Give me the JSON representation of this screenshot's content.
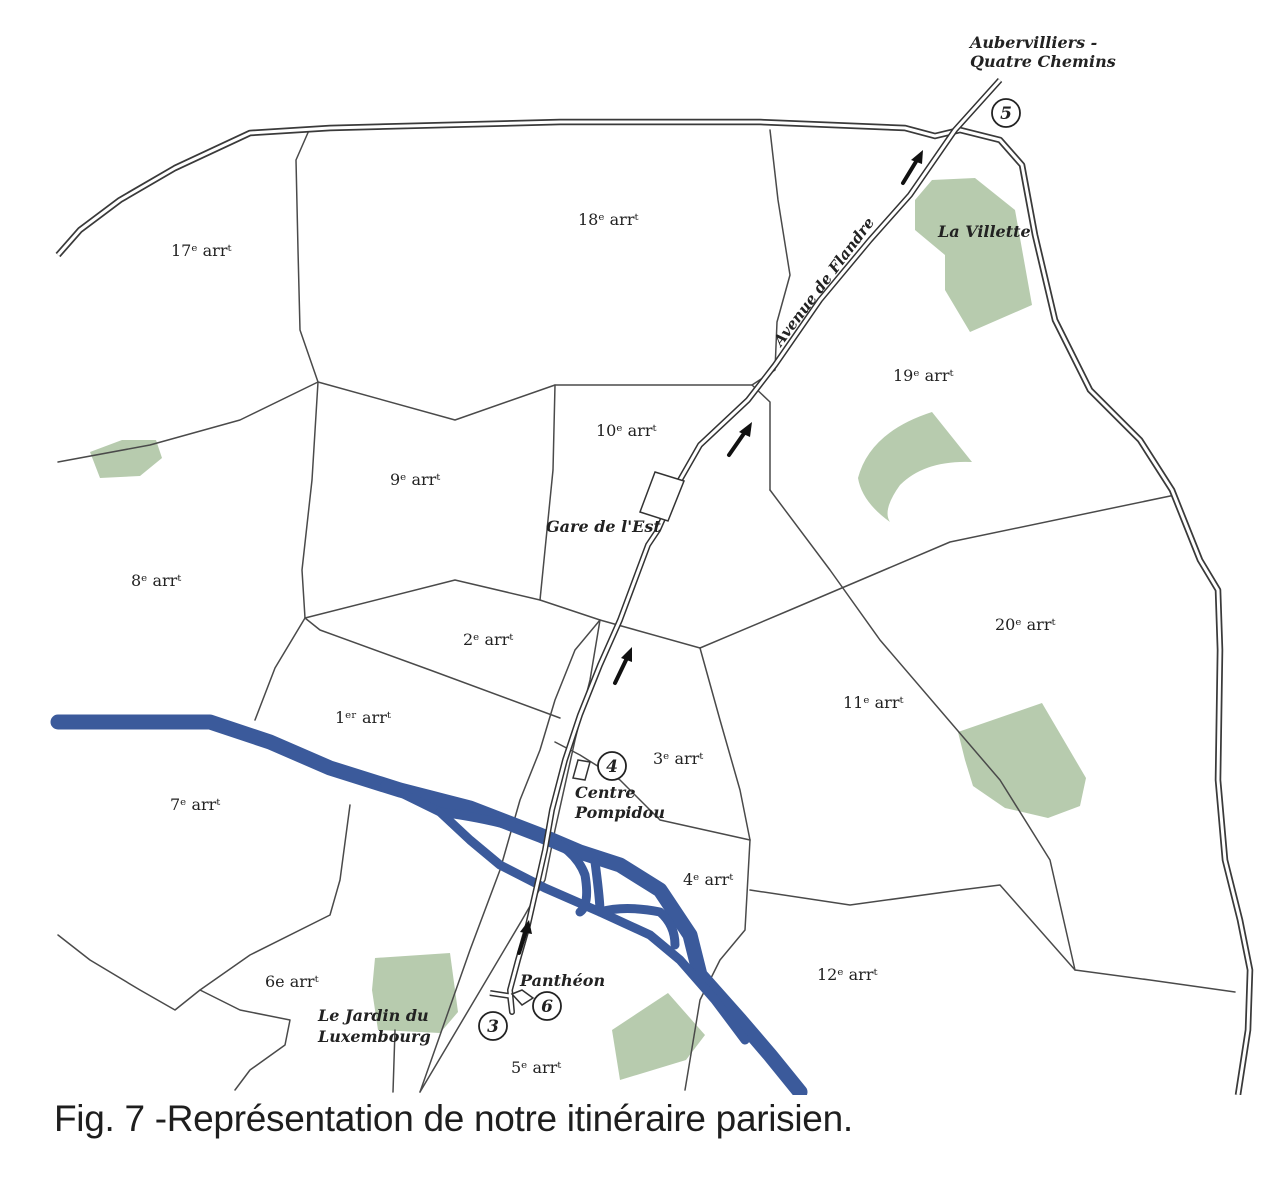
{
  "caption": "Fig. 7 -Représentation de notre itinéraire parisien.",
  "colors": {
    "river": "#3b5a9b",
    "park": "#b7cbae",
    "boundary": "#4a4a4a",
    "background": "#ffffff"
  },
  "districts": [
    {
      "id": "17",
      "label": "17ᵉ arrᵗ"
    },
    {
      "id": "18",
      "label": "18ᵉ arrᵗ"
    },
    {
      "id": "19",
      "label": "19ᵉ arrᵗ"
    },
    {
      "id": "10",
      "label": "10ᵉ arrᵗ"
    },
    {
      "id": "9",
      "label": "9ᵉ arrᵗ"
    },
    {
      "id": "8",
      "label": "8ᵉ arrᵗ"
    },
    {
      "id": "2",
      "label": "2ᵉ arrᵗ"
    },
    {
      "id": "20",
      "label": "20ᵉ arrᵗ"
    },
    {
      "id": "11",
      "label": "11ᵉ arrᵗ"
    },
    {
      "id": "1",
      "label": "1ᵉʳ arrᵗ"
    },
    {
      "id": "3",
      "label": "3ᵉ arrᵗ"
    },
    {
      "id": "7",
      "label": "7ᵉ arrᵗ"
    },
    {
      "id": "4",
      "label": "4ᵉ arrᵗ"
    },
    {
      "id": "12",
      "label": "12ᵉ arrᵗ"
    },
    {
      "id": "6",
      "label": "6e arrᵗ"
    },
    {
      "id": "5",
      "label": "5ᵉ arrᵗ"
    }
  ],
  "places": {
    "aubervilliers_line1": "Aubervilliers -",
    "aubervilliers_line2": "Quatre Chemins",
    "la_villette": "La Villette",
    "avenue_de_flandre": "Avenue de Flandre",
    "gare_de_l_est": "Gare de l'Est",
    "centre_pompidou_line1": "Centre",
    "centre_pompidou_line2": "Pompidou",
    "pantheon": "Panthéon",
    "luxembourg_line1": "Le Jardin du",
    "luxembourg_line2": "Luxembourg"
  },
  "stops": [
    {
      "id": "stop-5",
      "number": "5"
    },
    {
      "id": "stop-4",
      "number": "4"
    },
    {
      "id": "stop-6",
      "number": "6"
    },
    {
      "id": "stop-3",
      "number": "3"
    }
  ],
  "route_direction": "northeast"
}
